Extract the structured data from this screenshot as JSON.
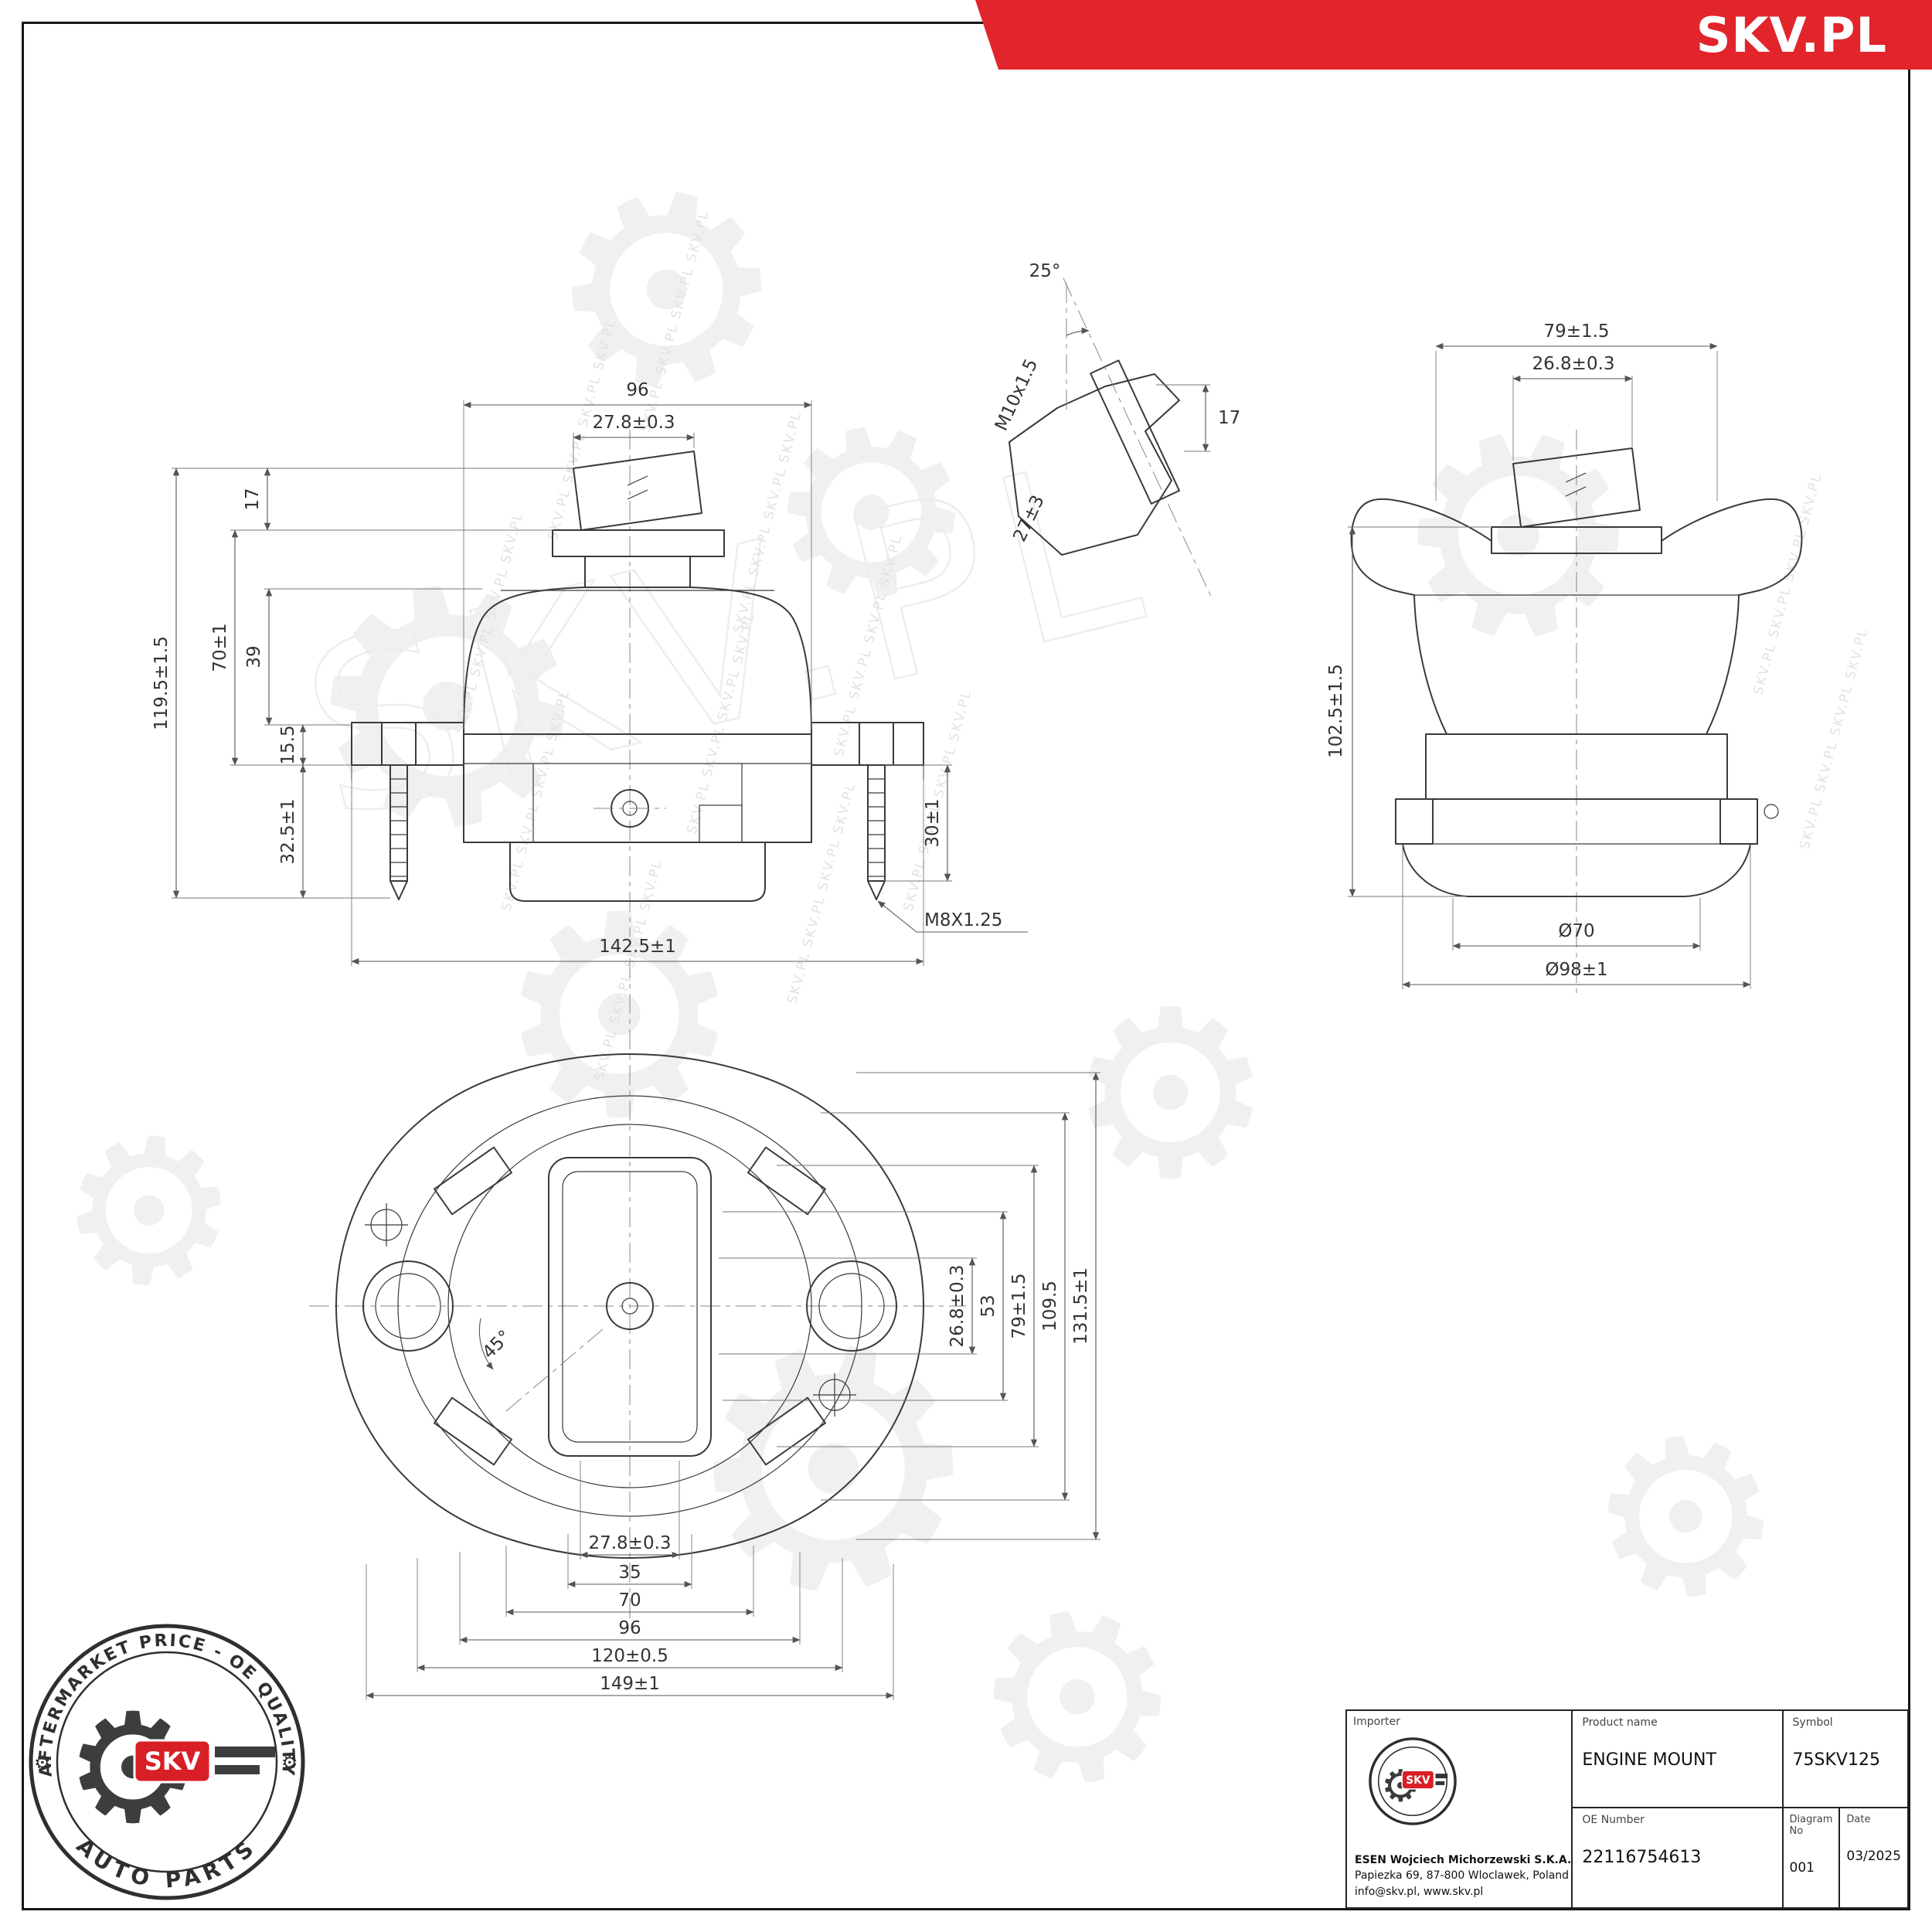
{
  "banner": {
    "text": "SKV.PL",
    "color": "#e2242b"
  },
  "icons": {
    "gear": "⚙"
  },
  "watermark": {
    "tile_text": "SKV.PL SKV.PL SKV.PL SKV.PL",
    "big_text": "SKV.PL"
  },
  "front_view": {
    "dim_96": "96",
    "dim_stud_width": "27.8±0.3",
    "dim_17": "17",
    "dim_70": "70±1",
    "dim_39": "39",
    "dim_total_height": "119.5±1.5",
    "dim_15_5": "15.5",
    "dim_32_5": "32.5±1",
    "dim_width_total": "142.5±1",
    "dim_30": "30±1",
    "thread": "M8X1.25"
  },
  "detail_view": {
    "angle": "25°",
    "thread": "M10x1.5",
    "dim_17": "17",
    "dim_27": "27±3"
  },
  "side_view": {
    "dim_79": "79±1.5",
    "dim_26_8": "26.8±0.3",
    "dim_height": "102.5±1.5",
    "dim_d70": "Ø70",
    "dim_d98": "Ø98±1"
  },
  "top_view": {
    "angle": "45°",
    "dim_26_8": "26.8±0.3",
    "dim_53": "53",
    "dim_79": "79±1.5",
    "dim_109_5": "109.5",
    "dim_131_5": "131.5±1",
    "dim_27_8": "27.8±0.3",
    "dim_35": "35",
    "dim_70": "70",
    "dim_96": "96",
    "dim_120": "120±0.5",
    "dim_149": "149±1"
  },
  "stamp": {
    "arc_top": "AFTERMARKET PRICE - OE QUALITY",
    "arc_bottom": "AUTO PARTS",
    "center_label": "SKV"
  },
  "title_block": {
    "importer_label": "Importer",
    "importer_name": "ESEN Wojciech Michorzewski S.K.A.",
    "importer_address": "Papiezka 69, 87-800 Wloclawek, Poland",
    "importer_contact": "info@skv.pl, www.skv.pl",
    "product_label": "Product name",
    "product_value": "ENGINE MOUNT",
    "symbol_label": "Symbol",
    "symbol_value": "75SKV125",
    "oe_label": "OE Number",
    "oe_value": "22116754613",
    "diagram_label": "Diagram No",
    "diagram_value": "001",
    "date_label": "Date",
    "date_value": "03/2025"
  }
}
